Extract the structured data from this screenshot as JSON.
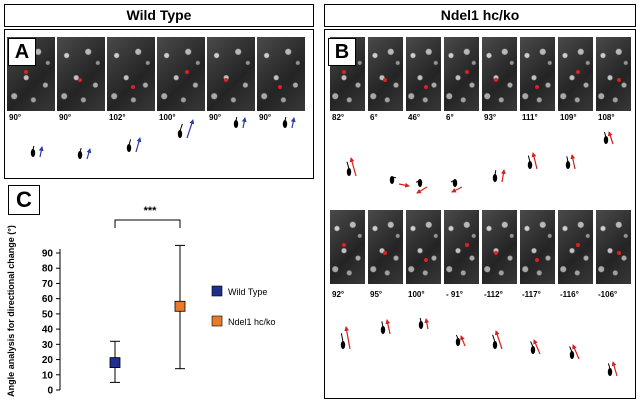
{
  "header_left": "Wild Type",
  "header_right": "Ndel1 hc/ko",
  "panel_a_letter": "A",
  "panel_b_letter": "B",
  "panel_c_letter": "C",
  "panel_a_angles": [
    "90°",
    "90°",
    "102°",
    "100°",
    "90°",
    "90°"
  ],
  "panel_b_top_angles": [
    "82°",
    "6°",
    "46°",
    "6°",
    "93°",
    "111°",
    "109°",
    "108°"
  ],
  "panel_b_bottom_angles": [
    "92°",
    "95°",
    "100°",
    "- 91°",
    "-112°",
    "-117°",
    "-116°",
    "-106°"
  ],
  "colors": {
    "wild_type": "#1f2f8f",
    "ndel1": "#e87a2a",
    "red_arrow": "#d42020",
    "blue_arrow": "#2a3aa8"
  },
  "chart_data": {
    "type": "scatter",
    "ylabel": "Angle analysis for directional change  (°)",
    "ylim": [
      0,
      90
    ],
    "yticks": [
      0,
      10,
      20,
      30,
      40,
      50,
      60,
      70,
      80,
      90
    ],
    "significance": "***",
    "series": [
      {
        "name": "Wild Type",
        "value": 18,
        "error_low": 5,
        "error_high": 32,
        "color": "#1f2f8f"
      },
      {
        "name": "Ndel1 hc/ko",
        "value": 55,
        "error_low": 14,
        "error_high": 95,
        "color": "#e87a2a"
      }
    ],
    "legend": [
      {
        "label": "Wild Type",
        "color": "#1f2f8f"
      },
      {
        "label": "Ndel1 hc/ko",
        "color": "#e87a2a"
      }
    ]
  }
}
